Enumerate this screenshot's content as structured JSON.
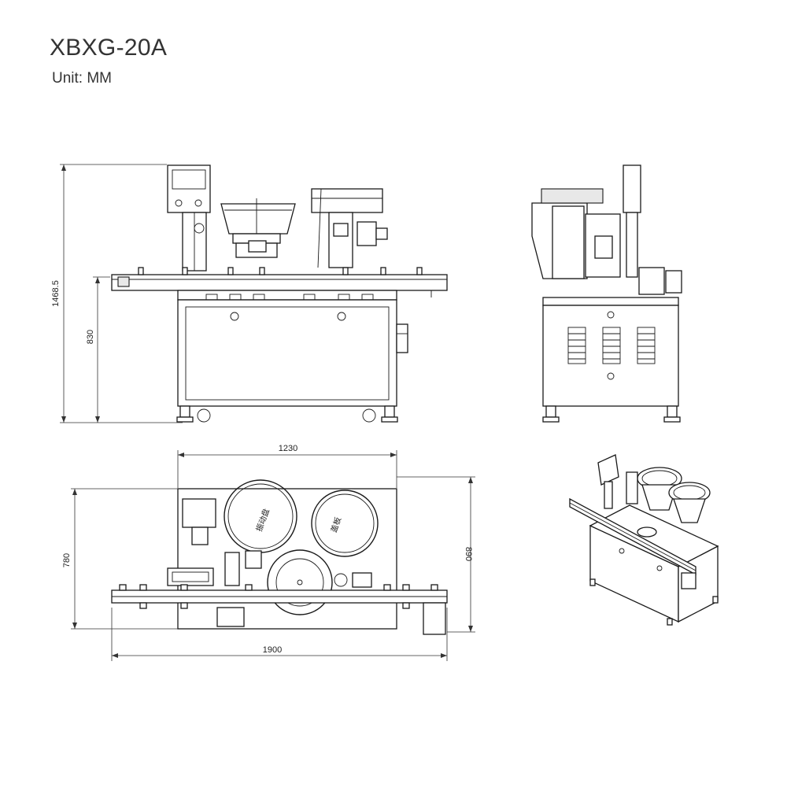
{
  "title": "XBXG-20A",
  "unit_label": "Unit: MM",
  "front_view": {
    "dim_total_height": "1468.5",
    "dim_table_height": "830"
  },
  "top_view": {
    "dim_frame_width": "1230",
    "dim_total_width": "1900",
    "dim_frame_depth": "780",
    "dim_total_depth": "890",
    "bowl_label_1": "振动盘",
    "bowl_label_2": "盖板"
  }
}
